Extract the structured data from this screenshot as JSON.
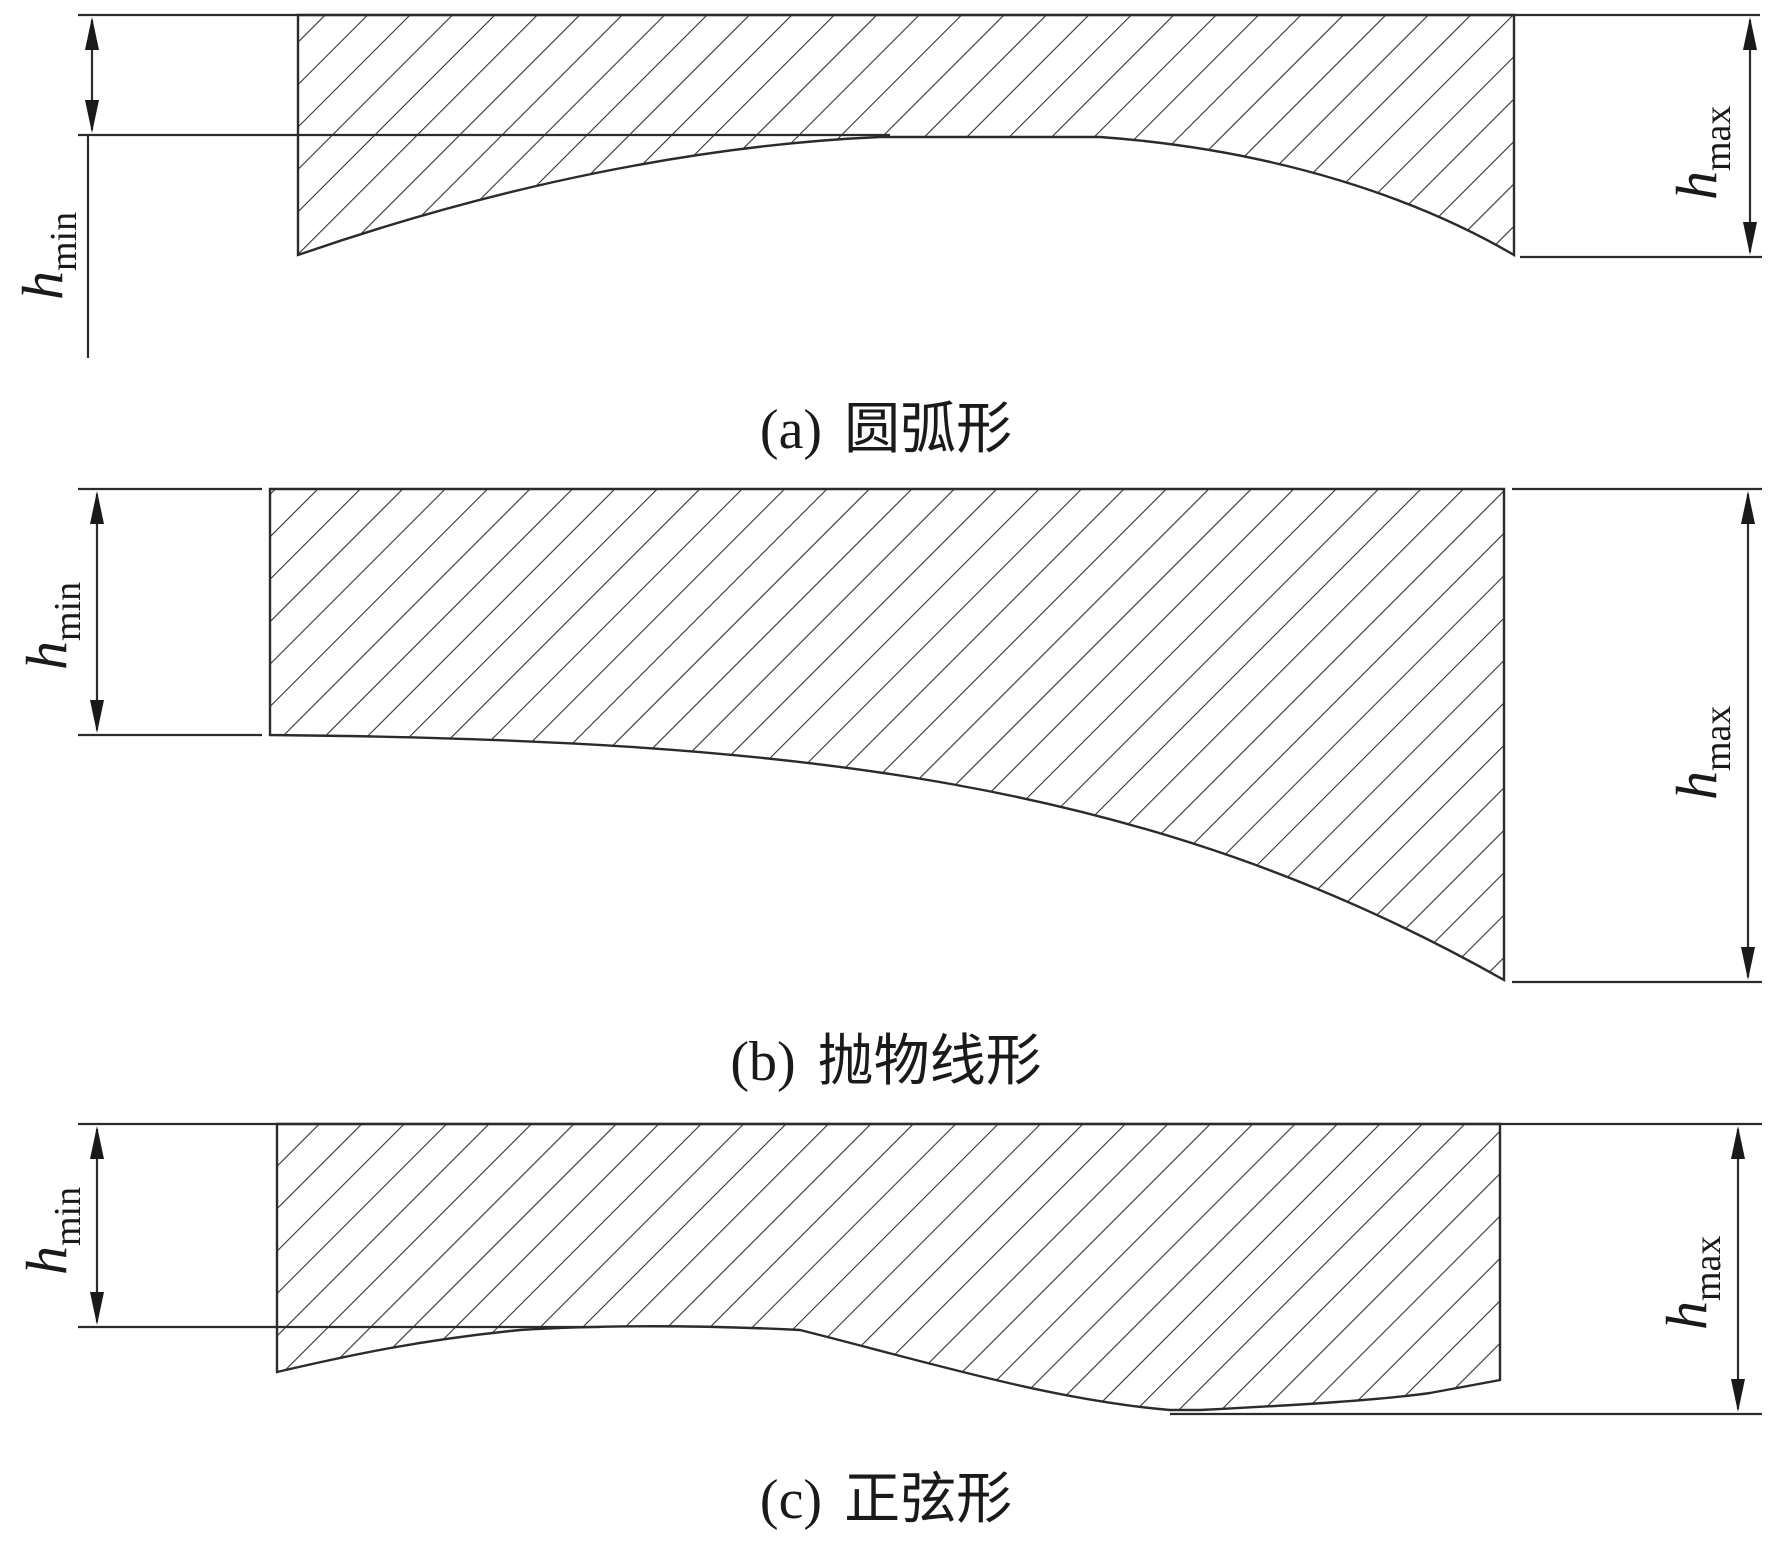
{
  "symbols": {
    "h": "h",
    "min": "min",
    "max": "max"
  },
  "panels": [
    {
      "id": "a",
      "caption_letter": "(a)",
      "caption_text": "圆弧形"
    },
    {
      "id": "b",
      "caption_letter": "(b)",
      "caption_text": "抛物线形"
    },
    {
      "id": "c",
      "caption_letter": "(c)",
      "caption_text": "正弦形"
    }
  ],
  "colors": {
    "line": "#2b2b2b",
    "text": "#1a1a1a",
    "background": "#ffffff"
  }
}
